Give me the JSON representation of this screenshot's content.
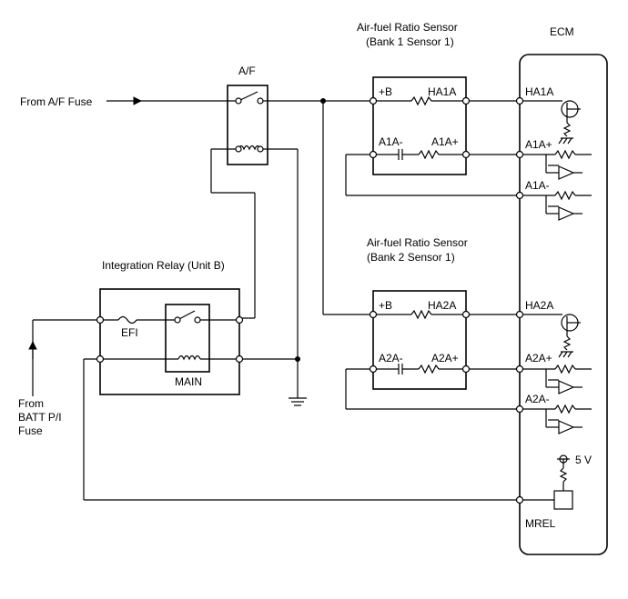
{
  "sources": {
    "af_fuse": "From A/F Fuse",
    "batt_line1": "From",
    "batt_line2": "BATT P/I",
    "batt_line3": "Fuse"
  },
  "af_relay": {
    "label": "A/F"
  },
  "integration_relay": {
    "title": "Integration Relay (Unit B)",
    "efi_label": "EFI",
    "main_label": "MAIN"
  },
  "sensor_bank1": {
    "title_line1": "Air-fuel Ratio Sensor",
    "title_line2": "(Bank 1 Sensor 1)",
    "pin_b": "+B",
    "pin_heater": "HA1A",
    "pin_minus": "A1A-",
    "pin_plus": "A1A+"
  },
  "sensor_bank2": {
    "title_line1": "Air-fuel Ratio Sensor",
    "title_line2": "(Bank 2 Sensor 1)",
    "pin_b": "+B",
    "pin_heater": "HA2A",
    "pin_minus": "A2A-",
    "pin_plus": "A2A+"
  },
  "ecm": {
    "title": "ECM",
    "pins": {
      "ha1a": "HA1A",
      "a1a_plus": "A1A+",
      "a1a_minus": "A1A-",
      "ha2a": "HA2A",
      "a2a_plus": "A2A+",
      "a2a_minus": "A2A-",
      "mrel": "MREL"
    },
    "supply": "5 V"
  }
}
